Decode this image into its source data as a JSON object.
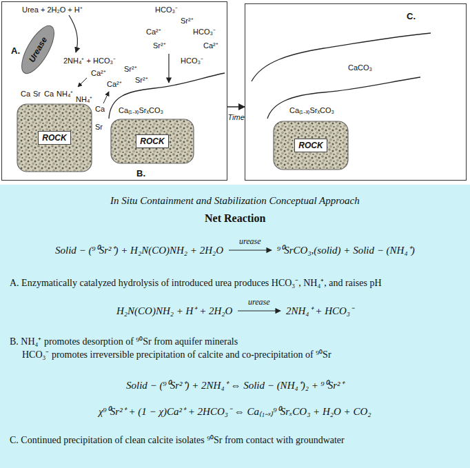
{
  "diagram": {
    "nodes": [
      {
        "text": [
          "A.",
          "B."
        ]
      },
      {
        "text": [
          "Urease"
        ],
        "in": 0
      },
      {
        "text": [
          "ROCK"
        ],
        "in": 0
      },
      {
        "text": [
          "ROCK"
        ],
        "in": 0
      },
      {
        "text": [
          "C."
        ]
      },
      {
        "text": [
          "ROCK"
        ],
        "in": 4
      },
      {
        "text": [
          "In Situ Containment and Stabilization Conceptual Approach",
          "Net Reaction",
          "Solid − (⁹⁰Sr²⁺) + H₂N(CO)NH₂ + 2H₂O",
          "urease",
          "⁹⁰SrCO₃,(solid) + Solid − (NH₄⁺)",
          "A.  Enzymatically catalyzed hydrolysis of introduced urea produces HCO₃⁻, NH₄⁺, and raises pH",
          "H₂N(CO)NH₂ + H⁺ + 2H₂O",
          "urease",
          "2NH₄⁺ + HCO₃⁻",
          "B.  NH₄⁺ promotes desorption of ⁹⁰Sr from aquifer minerals",
          "HCO₃⁻ promotes irreversible precipitation of calcite and co-precipitation of ⁹⁰Sr",
          "Solid − (⁹⁰Sr²⁺) + 2NH₄⁺ ⇔ Solid − (NH₄⁺)₂ + ⁹⁰Sr²⁺",
          "χ⁹⁰Sr²⁺ + (1 − χ)Ca²⁺ + 2HCO₃⁻ ⇔ Ca₍₁₋ₓ₎⁹⁰SrₓCO₃ + H₂O + CO₂",
          "C.  Continued precipitation of clean calcite isolates ⁹⁰Sr from contact with groundwater"
        ]
      }
    ],
    "edges": [
      {
        "from": 0,
        "to": 4,
        "arrow": "to",
        "label": "Time"
      }
    ],
    "labels": [
      "Urea + 2H₂O + H⁺",
      "2NH₄⁺ + HCO₃⁻",
      "HCO₃⁻",
      "Sr²⁺",
      "Ca²⁺",
      "HCO₃⁻",
      "Sr²⁺",
      "Ca²⁺",
      "HCO₃⁻",
      "Ca²⁺",
      "Sr²⁺",
      "Ca²⁺",
      "Sr²⁺",
      "Ca",
      "Sr",
      "Ca",
      "NH₄⁺",
      "NH₄⁺",
      "Ca",
      "Sr",
      "Ca₍₁₋ₓ₎SrₓCO₃",
      "CaCO₃",
      "Ca₍₁₋ₓ₎SrₓCO₃"
    ]
  }
}
